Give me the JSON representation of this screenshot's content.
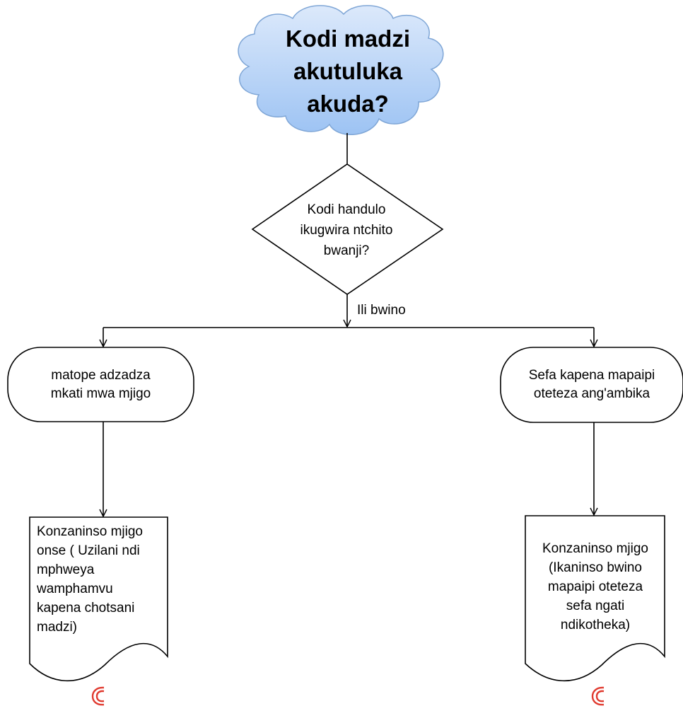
{
  "colors": {
    "cloud_fill_top": "#dce9fb",
    "cloud_fill_bottom": "#9dc3f3",
    "cloud_stroke": "#7fa6d6",
    "line": "#000000",
    "copyright_mark": "#e03a2f"
  },
  "start": {
    "lines": [
      "Kodi madzi",
      "akutuluka",
      "akuda?"
    ]
  },
  "decision": {
    "lines": [
      "Kodi handulo",
      "ikugwira ntchito",
      "bwanji?"
    ]
  },
  "edge_label": "Ili bwino",
  "branches": [
    {
      "cause_lines": [
        "matope adzadza",
        "mkati mwa mjigo"
      ],
      "action_lines": [
        "Konzaninso mjigo",
        "onse ( Uzilani ndi",
        "mphweya",
        "wamphamvu",
        "kapena  chotsani",
        "madzi)"
      ]
    },
    {
      "cause_lines": [
        "Sefa kapena mapaipi",
        "oteteza ang'ambika"
      ],
      "action_lines": [
        "Konzaninso mjigo",
        "(Ikaninso bwino",
        "mapaipi oteteza",
        "sefa ngati",
        "ndikotheka)"
      ]
    }
  ],
  "copyright_icon": "copyright-c-icon"
}
